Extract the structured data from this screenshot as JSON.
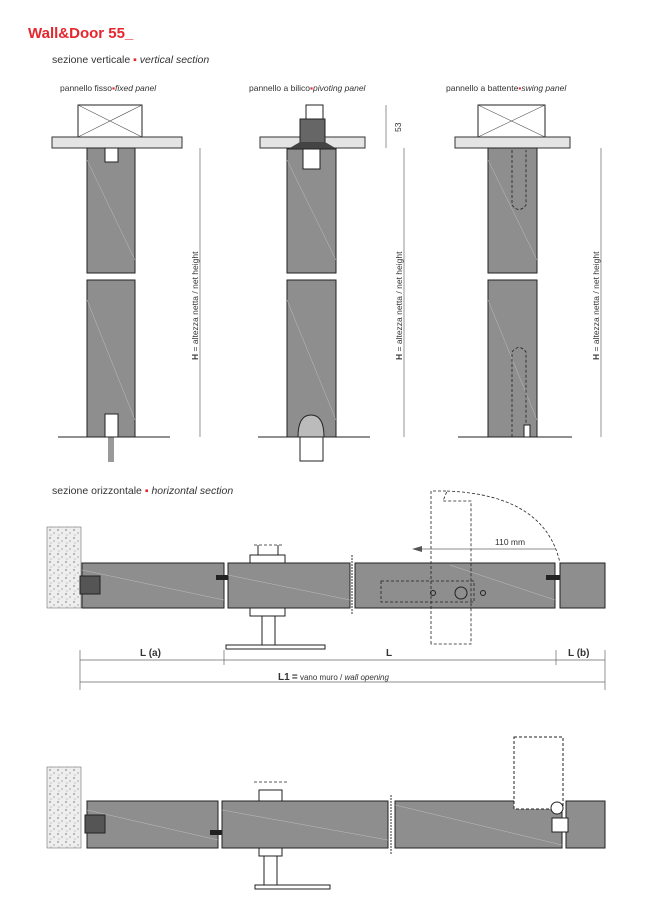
{
  "title": "Wall&Door 55_",
  "vertical_section": {
    "label_it": "sezione verticale",
    "label_en": "vertical section",
    "panels": [
      {
        "label_it": "pannello fisso",
        "label_en": "fixed panel",
        "height_label_bold": "H",
        "height_label": "= altezza netta / net height"
      },
      {
        "label_it": "pannello a bilico",
        "label_en": "pivoting panel",
        "height_label_bold": "H",
        "height_label": "= altezza netta / net height",
        "top_dimension": "53"
      },
      {
        "label_it": "pannello a battente",
        "label_en": "swing panel",
        "height_label_bold": "H",
        "height_label": "= altezza netta / net height"
      }
    ]
  },
  "horizontal_section": {
    "label_it": "sezione orizzontale",
    "label_en": "horizontal section",
    "clearance": "110 mm",
    "dim_la": "L (a)",
    "dim_l": "L",
    "dim_lb": "L (b)",
    "dim_l1_bold": "L1",
    "dim_l1_eq": "=",
    "dim_l1_it": "vano muro /",
    "dim_l1_en": "wall opening"
  },
  "colors": {
    "accent": "#e5262d",
    "panel": "#8e8e8e"
  }
}
